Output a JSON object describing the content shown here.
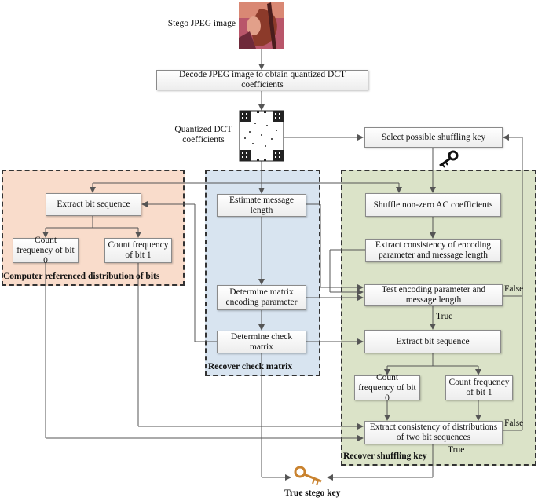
{
  "stego_image_label": "Stego JPEG image",
  "decode_step": "Decode JPEG image to obtain quantized DCT coefficients",
  "dct_label": "Quantized DCT coefficients",
  "select_key": "Select possible shuffling key",
  "regions": {
    "left": {
      "title": "Computer referenced distribution of bits",
      "extract_bits": "Extract bit sequence",
      "count0": "Count frequency of bit 0",
      "count1": "Count frequency of bit 1"
    },
    "middle": {
      "title": "Recover check matrix",
      "estimate_length": "Estimate message length",
      "encoding_param": "Determine matrix encoding parameter",
      "check_matrix": "Determine check matrix"
    },
    "right": {
      "title": "Recover shuffling key",
      "shuffle": "Shuffle non-zero AC coefficients",
      "consistency_param": "Extract consistency of encoding parameter and message length",
      "test_param": "Test encoding parameter and message length",
      "extract_bits": "Extract bit sequence",
      "count0": "Count frequency of bit 0",
      "count1": "Count frequency of bit 1",
      "consistency_dist": "Extract consistency of distributions of two bit sequences"
    }
  },
  "edge_labels": {
    "false1": "False",
    "true1": "True",
    "false2": "False",
    "true2": "True"
  },
  "result_label": "True stego key",
  "colors": {
    "left_fill": "#f9dccb",
    "middle_fill": "#d8e4f0",
    "right_fill": "#dbe3c8",
    "line": "#555555"
  }
}
